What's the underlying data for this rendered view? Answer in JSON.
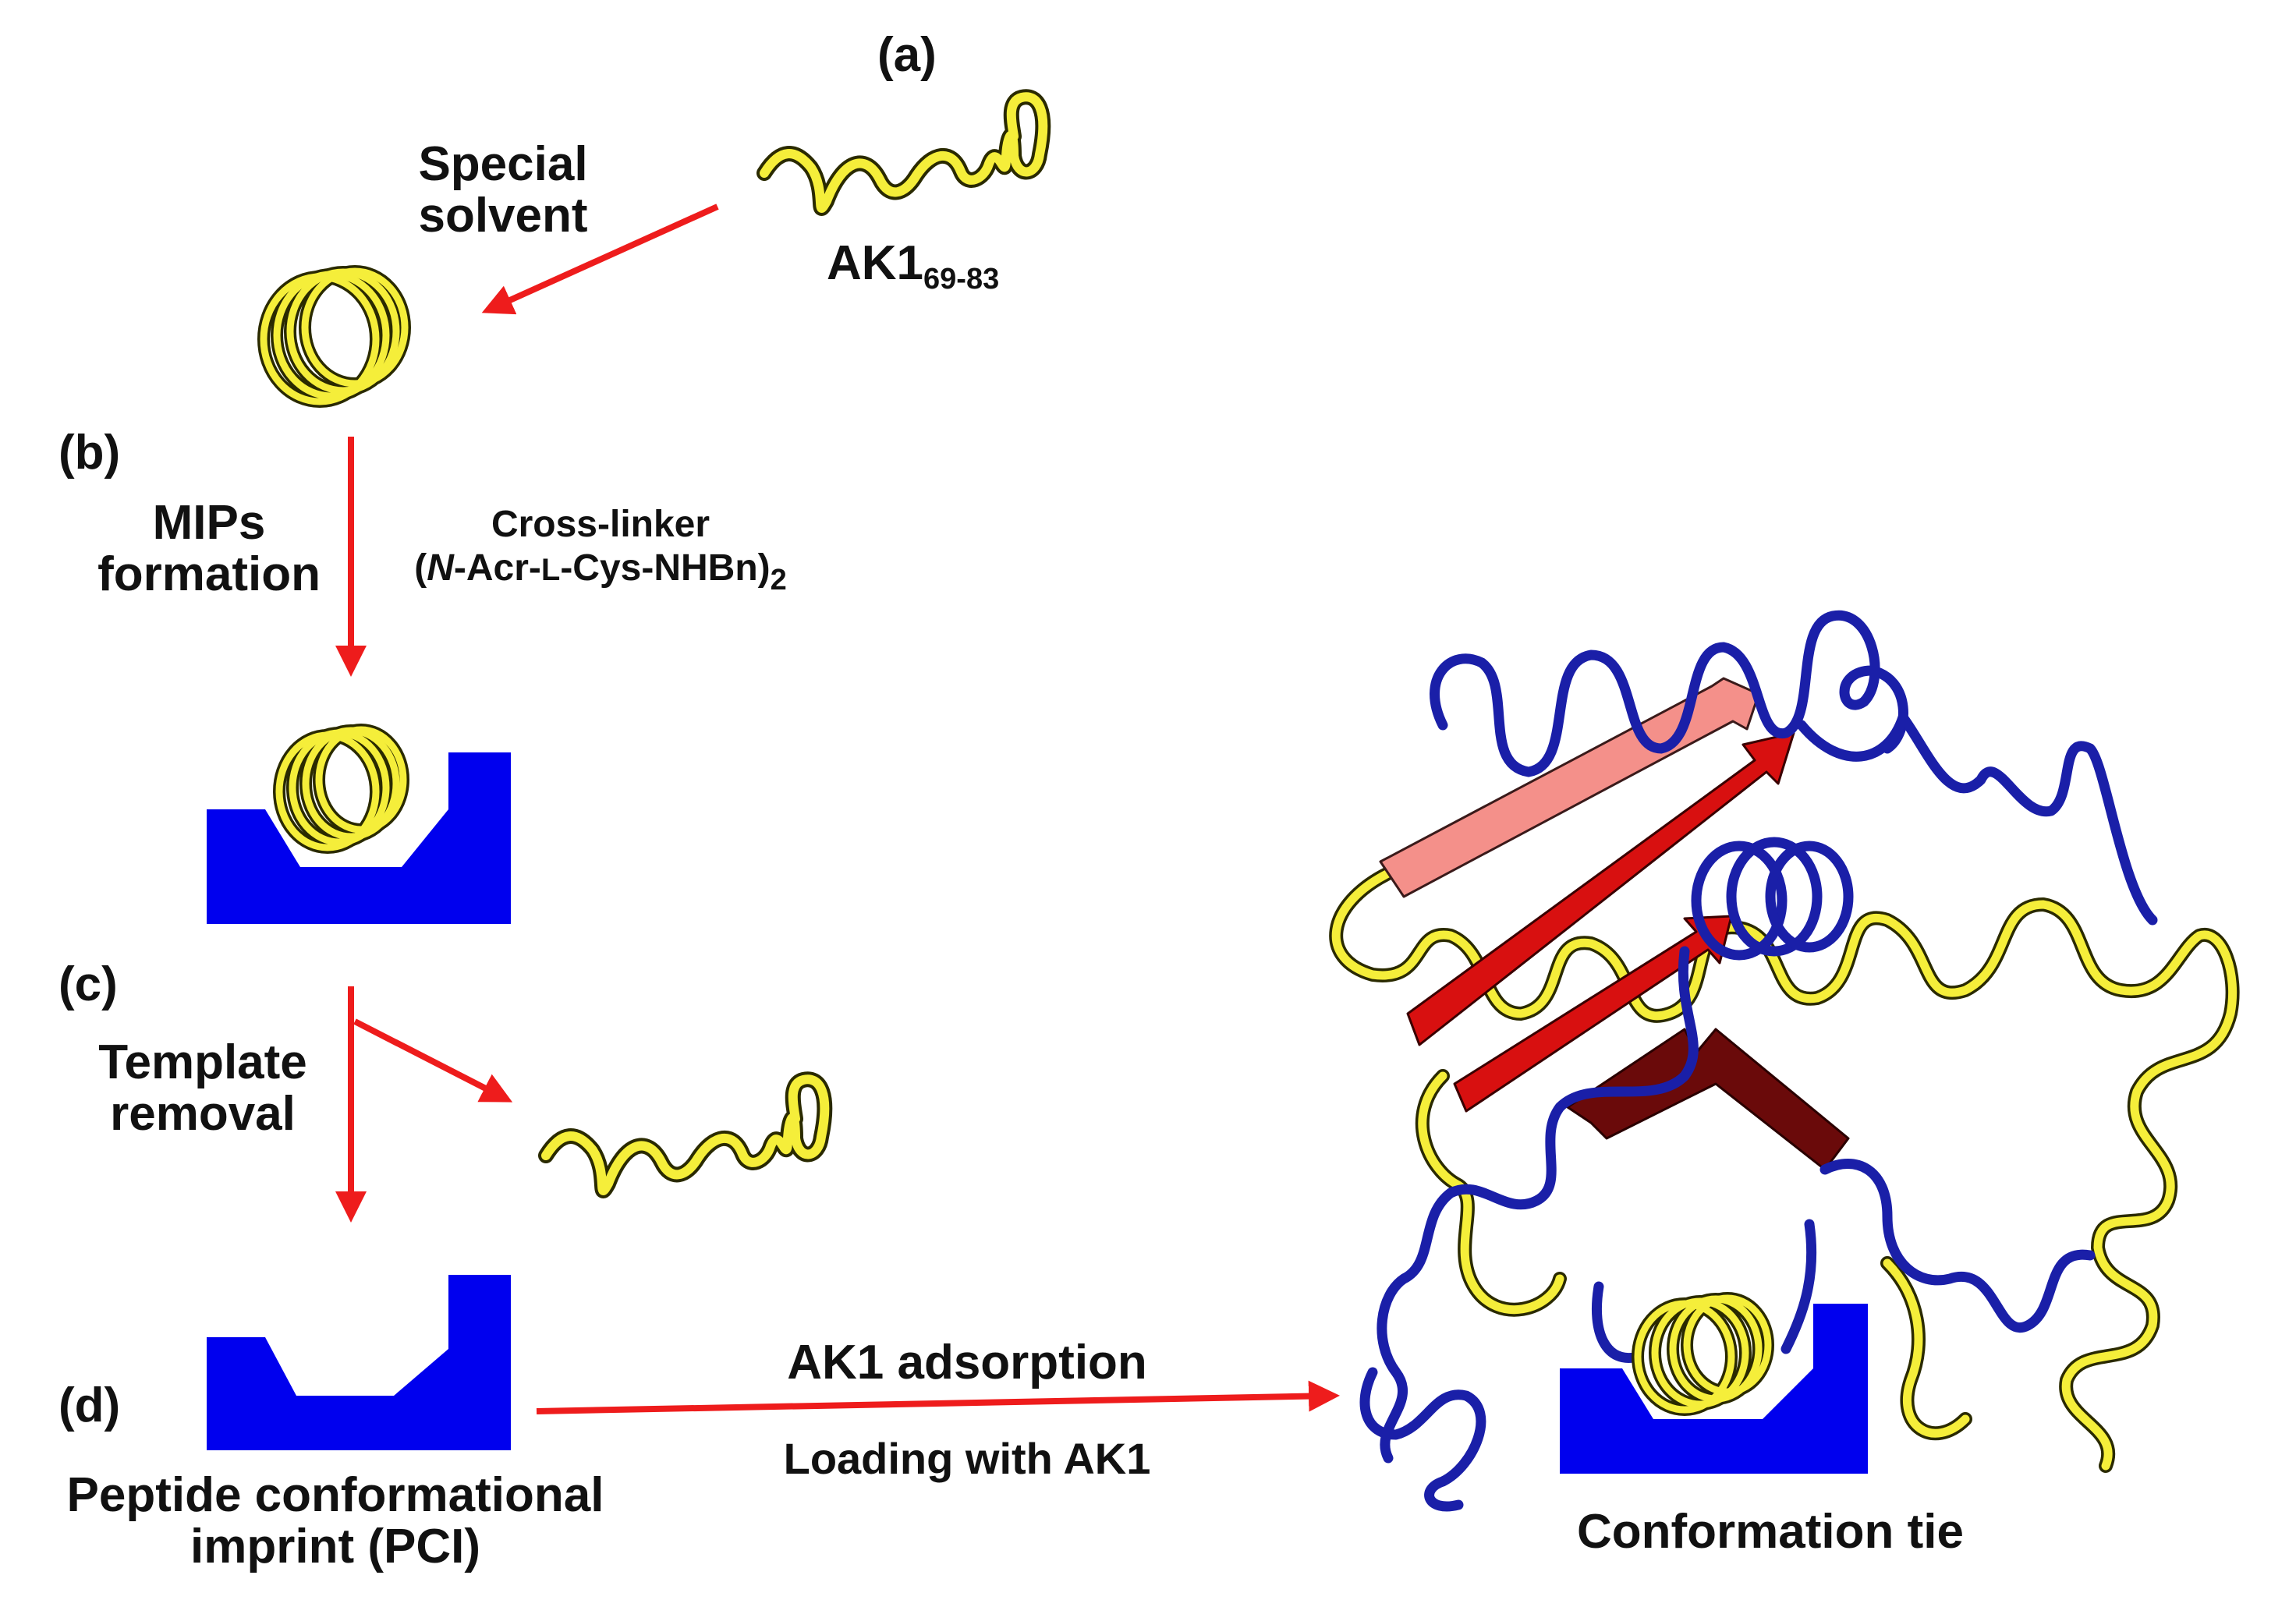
{
  "labels": {
    "step_a": "(a)",
    "step_b": "(b)",
    "step_c": "(c)",
    "step_d": "(d)",
    "special_solvent_line1": "Special",
    "special_solvent_line2": "solvent",
    "ak1_base": "AK1",
    "ak1_subscript": "69-83",
    "mips_line1": "MIPs",
    "mips_line2": "formation",
    "crosslinker_line1": "Cross-linker",
    "crosslinker_open": "(",
    "crosslinker_italic": "N",
    "crosslinker_mid": "-Acr-",
    "crosslinker_smallcap": "L",
    "crosslinker_end": "-Cys-NHBn)",
    "crosslinker_subscript": "2",
    "template_line1": "Template",
    "template_line2": "removal",
    "pci_line1": "Peptide conformational",
    "pci_line2": "imprint (PCI)",
    "ak1_adsorption": "AK1 adsorption",
    "loading": "Loading with AK1",
    "conformation_tie": "Conformation tie"
  },
  "colors": {
    "arrow": "#ee1c1c",
    "polymer": "#0000ee",
    "peptide": "#f5ee3a",
    "peptide_outline": "#2a2a00",
    "protein_helix": "#1a1fa8",
    "strand_light": "#f4908a",
    "strand_red": "#d81010",
    "strand_dark": "#6a0a0a"
  }
}
